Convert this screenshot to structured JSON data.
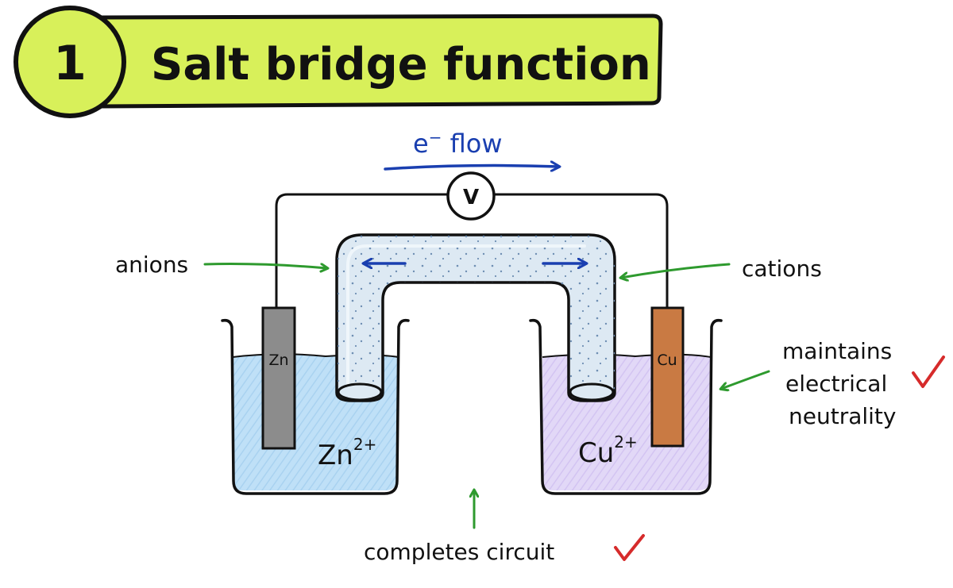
{
  "title": {
    "number": "1",
    "text": "Salt bridge function"
  },
  "electron_flow": {
    "label_base": "e",
    "label_sup": "−",
    "label_rest": " flow"
  },
  "voltmeter": {
    "label": "V"
  },
  "labels": {
    "anions": "anions",
    "cations": "cations",
    "neutrality": [
      "maintains",
      "electrical",
      "neutrality"
    ],
    "circuit": "completes circuit"
  },
  "electrodes": {
    "left": "Zn",
    "right": "Cu"
  },
  "ions": {
    "left": {
      "base": "Zn",
      "charge": "2+"
    },
    "right": {
      "base": "Cu",
      "charge": "2+"
    }
  },
  "colors": {
    "title_bg": "#d8f05a",
    "left_solution": "#bfe0f7",
    "right_solution": "#ddd2f5",
    "salt_bridge": "#dde9f3",
    "zinc": "#8c8c8c",
    "copper": "#c97a43",
    "arrow_green": "#2e9a2e",
    "arrow_blue": "#1a3fb0",
    "check_red": "#d62b2b"
  },
  "icons": {
    "check": "check-mark-icon",
    "voltmeter": "voltmeter-icon"
  }
}
